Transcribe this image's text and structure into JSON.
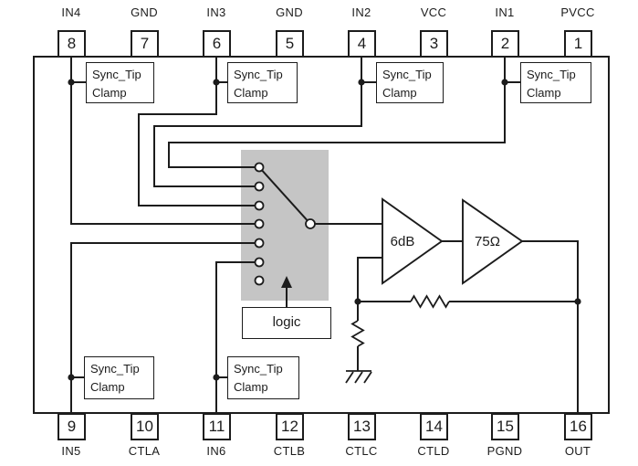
{
  "colors": {
    "line": "#1c1c1c",
    "switch-fill": "#c5c5c5",
    "background": "#ffffff"
  },
  "ic": {
    "top_pins": [
      {
        "number": "8",
        "label": "IN4"
      },
      {
        "number": "7",
        "label": "GND"
      },
      {
        "number": "6",
        "label": "IN3"
      },
      {
        "number": "5",
        "label": "GND"
      },
      {
        "number": "4",
        "label": "IN2"
      },
      {
        "number": "3",
        "label": "VCC"
      },
      {
        "number": "2",
        "label": "IN1"
      },
      {
        "number": "1",
        "label": "PVCC"
      }
    ],
    "bottom_pins": [
      {
        "number": "9",
        "label": "IN5"
      },
      {
        "number": "10",
        "label": "CTLA"
      },
      {
        "number": "11",
        "label": "IN6"
      },
      {
        "number": "12",
        "label": "CTLB"
      },
      {
        "number": "13",
        "label": "CTLC"
      },
      {
        "number": "14",
        "label": "CTLD"
      },
      {
        "number": "15",
        "label": "PGND"
      },
      {
        "number": "16",
        "label": "OUT"
      }
    ]
  },
  "blocks": {
    "sync_tip_clamp": {
      "line1": "Sync_Tip",
      "line2": "Clamp",
      "count": 6
    },
    "logic": {
      "label": "logic"
    },
    "gain_amp": {
      "label": "6dB"
    },
    "output_driver": {
      "label": "75Ω"
    }
  },
  "switch": {
    "input_contacts": 7,
    "wired_contacts": 6,
    "selected_input": "IN1"
  }
}
